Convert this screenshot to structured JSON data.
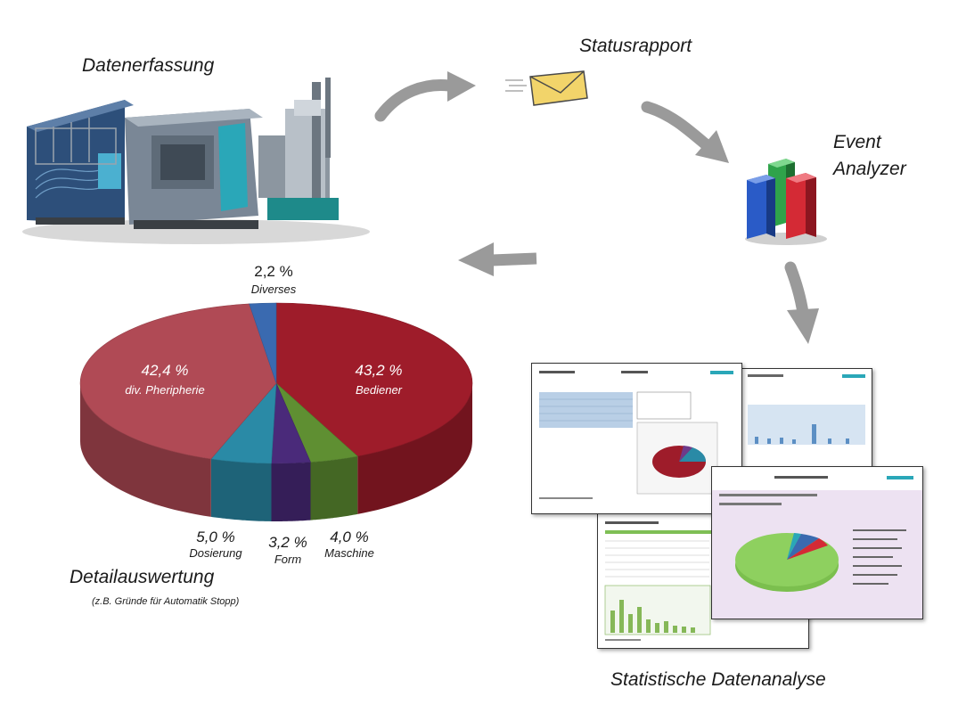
{
  "stages": {
    "acquisition": "Datenerfassung",
    "status_report": "Statusrapport",
    "event_analyzer_line1": "Event",
    "event_analyzer_line2": "Analyzer",
    "statistics": "Statistische Datenanalyse",
    "detail_title": "Detailauswertung",
    "detail_subtitle": "(z.B. Gründe für Automatik Stopp)"
  },
  "chart_data": {
    "type": "pie",
    "title": "",
    "slices": [
      {
        "label": "Bediener",
        "value": 43.2,
        "value_label": "43,2 %",
        "color": "#9e1c2a"
      },
      {
        "label": "Maschine",
        "value": 4.0,
        "value_label": "4,0 %",
        "color": "#5f8f32"
      },
      {
        "label": "Form",
        "value": 3.2,
        "value_label": "3,2 %",
        "color": "#4a2a7a"
      },
      {
        "label": "Dosierung",
        "value": 5.0,
        "value_label": "5,0 %",
        "color": "#2a8aa6"
      },
      {
        "label": "div. Pheripherie",
        "value": 42.4,
        "value_label": "42,4 %",
        "color": "#b04a55"
      },
      {
        "label": "Diverses",
        "value": 2.2,
        "value_label": "2,2 %",
        "color": "#3a6ab0"
      }
    ]
  },
  "icons": {
    "flow_arrows": "curved-arrow-icon",
    "envelope": "envelope-icon",
    "bars": "3d-bar-chart-icon",
    "machine": "die-casting-machine-icon"
  },
  "colors": {
    "arrow": "#9a9a9a",
    "envelope": "#f2d46a",
    "bar_blue": "#2a5bc7",
    "bar_green": "#2fa34a",
    "bar_red": "#d42a35"
  }
}
